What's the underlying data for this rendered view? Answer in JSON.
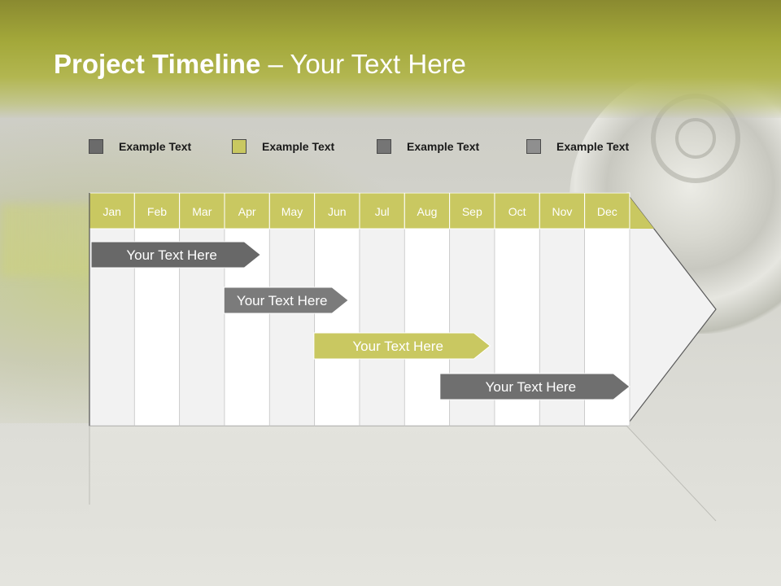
{
  "title": {
    "bold": "Project Timeline",
    "rest": " – Your Text Here"
  },
  "legend": [
    {
      "label": "Example Text",
      "color": "#6b6b6b"
    },
    {
      "label": "Example Text",
      "color": "#c9c861"
    },
    {
      "label": "Example Text",
      "color": "#757575"
    },
    {
      "label": "Example Text",
      "color": "#8f8f8f"
    }
  ],
  "months": [
    "Jan",
    "Feb",
    "Mar",
    "Apr",
    "May",
    "Jun",
    "Jul",
    "Aug",
    "Sep",
    "Oct",
    "Nov",
    "Dec"
  ],
  "tasks": [
    {
      "label": "Your  Text Here",
      "start": 0.0,
      "end": 3.8,
      "color": "#686868"
    },
    {
      "label": "Your  Text Here",
      "start": 2.95,
      "end": 5.75,
      "color": "#7b7b7b"
    },
    {
      "label": "Your  Text Here",
      "start": 4.95,
      "end": 8.9,
      "color": "#c9c861"
    },
    {
      "label": "Your  Text Here",
      "start": 7.75,
      "end": 12.0,
      "color": "#6f6f6f"
    }
  ],
  "colors": {
    "header_band": "#c9c861",
    "column_light": "#f2f2f2",
    "column_white": "#ffffff"
  }
}
